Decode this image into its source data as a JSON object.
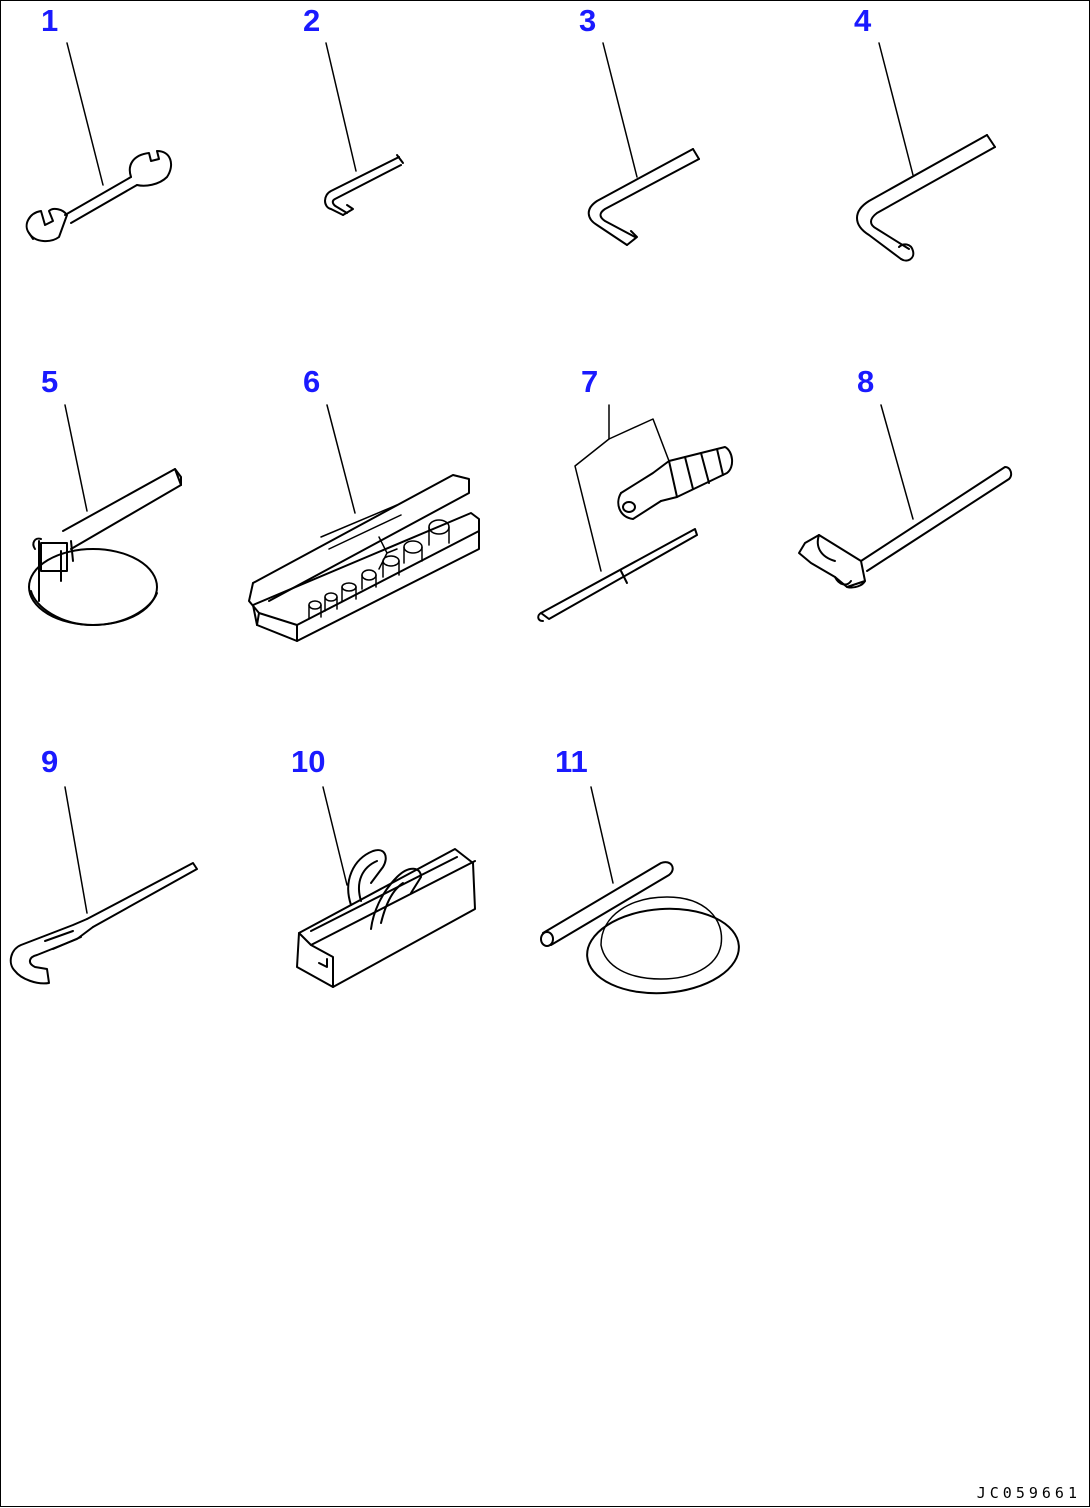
{
  "labels": [
    "1",
    "2",
    "3",
    "4",
    "5",
    "6",
    "7",
    "8",
    "9",
    "10",
    "11"
  ],
  "drawing_code": "JC059661",
  "colors": {
    "label": "#1a1aff",
    "line": "#000000"
  }
}
